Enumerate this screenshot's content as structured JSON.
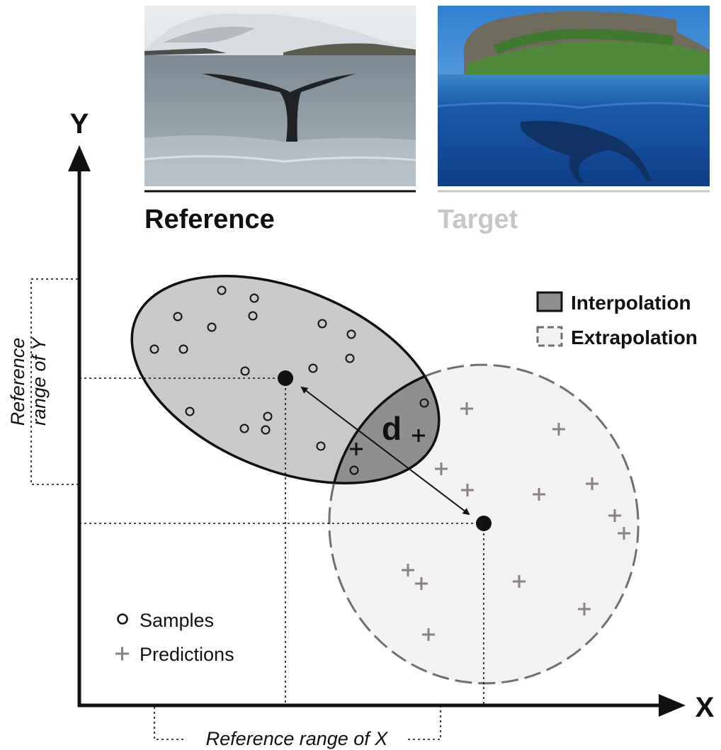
{
  "axes": {
    "x_label": "X",
    "y_label": "Y",
    "x_range_label": "Reference range of X",
    "y_range_label_line1": "Reference",
    "y_range_label_line2": "range of Y"
  },
  "photos": {
    "reference_label": "Reference",
    "target_label": "Target"
  },
  "center_distance_label": "d",
  "legend_regions": {
    "interpolation": "Interpolation",
    "extrapolation": "Extrapolation"
  },
  "legend_points": {
    "samples": "Samples",
    "predictions": "Predictions"
  },
  "colors": {
    "black": "#111111",
    "reference_fill": "#c9c9c9",
    "overlap_fill": "#8f8f8f",
    "target_fill": "#f2f2f2",
    "target_stroke": "#707070",
    "prediction_gray": "#8c8282",
    "target_label_gray": "#c6c6c6",
    "sea_reference": "#8f9aa2",
    "sea_target": "#1d57a6"
  }
}
